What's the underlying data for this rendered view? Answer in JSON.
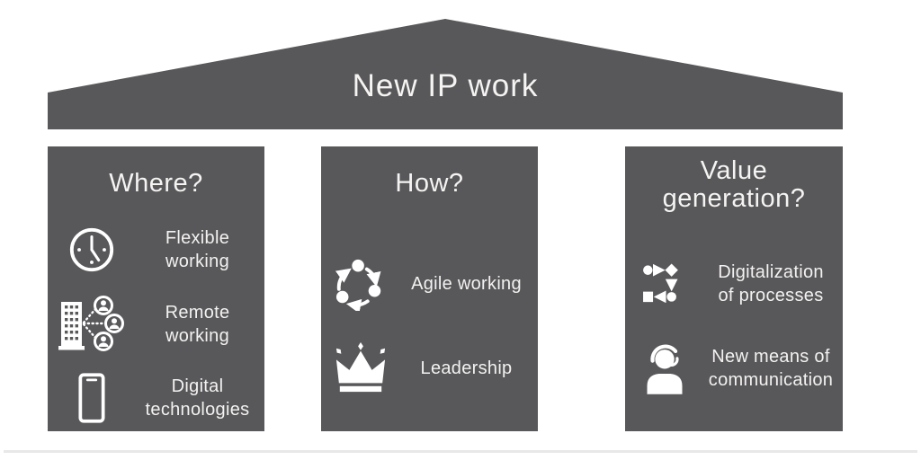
{
  "roof": {
    "title": "New IP work"
  },
  "pillars": [
    {
      "title": "Where?",
      "items": [
        {
          "icon": "clock-icon",
          "label": "Flexible\nworking"
        },
        {
          "icon": "building-network-icon",
          "label": "Remote\nworking"
        },
        {
          "icon": "smartphone-icon",
          "label": "Digital\ntechnologies"
        }
      ]
    },
    {
      "title": "How?",
      "items": [
        {
          "icon": "agile-cycle-icon",
          "label": "Agile working"
        },
        {
          "icon": "crown-icon",
          "label": "Leadership"
        }
      ]
    },
    {
      "title": "Value\ngeneration?",
      "items": [
        {
          "icon": "process-flow-icon",
          "label": "Digitalization\nof processes"
        },
        {
          "icon": "headset-person-icon",
          "label": "New means of\ncommunication"
        }
      ]
    }
  ],
  "colors": {
    "panel": "#58575a",
    "text": "#f5f4f2",
    "icon": "#ffffff",
    "background": "#ffffff"
  }
}
